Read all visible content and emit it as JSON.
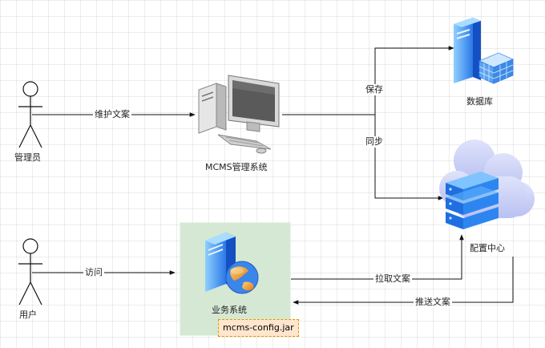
{
  "nodes": {
    "admin": "管理员",
    "user": "用户",
    "mcms": "MCMS管理系统",
    "database": "数据库",
    "config_center": "配置中心",
    "biz": "业务系统",
    "jar": "mcms-config.jar"
  },
  "edges": {
    "maintain": "维护文案",
    "save": "保存",
    "sync": "同步",
    "visit": "访问",
    "pull": "拉取文案",
    "push": "推送文案"
  },
  "colors": {
    "line": "#111111",
    "biz_box": "#d5e8d4",
    "jar_box": "#ffe6cc",
    "jar_border": "#d79b00",
    "blue": "#1e6fe0",
    "cloud": "#c6cdf5"
  }
}
